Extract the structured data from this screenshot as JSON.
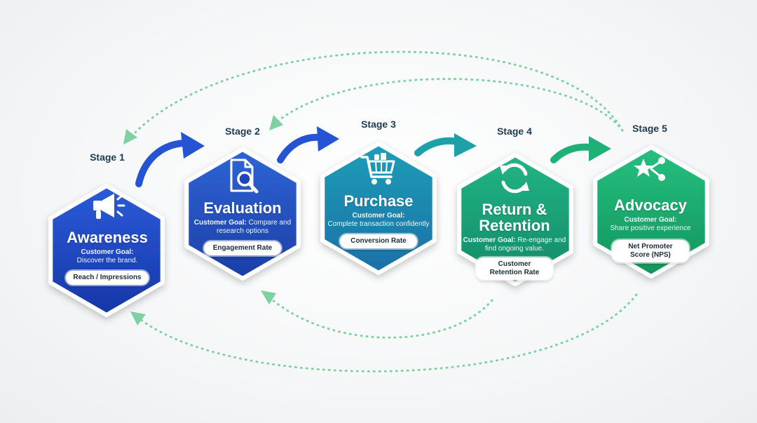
{
  "stages": [
    {
      "label": "Stage 1",
      "title": "Awareness",
      "goal_label": "Customer Goal:",
      "goal_text": "Discover the brand.",
      "metric": "Reach / Impressions",
      "icon": "megaphone-icon",
      "color_top": "#2b5bd9",
      "color_bottom": "#1636a8"
    },
    {
      "label": "Stage 2",
      "title": "Evaluation",
      "goal_label": "Customer Goal:",
      "goal_text": "Compare and research options",
      "metric": "Engagement Rate",
      "icon": "document-magnifier-icon",
      "color_top": "#2f64d6",
      "color_bottom": "#1c3fa6"
    },
    {
      "label": "Stage 3",
      "title": "Purchase",
      "goal_label": "Customer Goal:",
      "goal_text": "Complete transaction confidently",
      "metric": "Conversion Rate",
      "icon": "shopping-cart-icon",
      "color_top": "#1f9fb8",
      "color_bottom": "#1a6fa6"
    },
    {
      "label": "Stage 4",
      "title": "Return & Retention",
      "title_lines": [
        "Return &",
        "Retention"
      ],
      "goal_label": "Customer Goal:",
      "goal_text": "Re-engage and find ongoing value.",
      "metric": "Customer Retention Rate",
      "metric_lines": [
        "Customer",
        "Retention Rate"
      ],
      "icon": "refresh-cycle-icon",
      "color_top": "#22b486",
      "color_bottom": "#138a65"
    },
    {
      "label": "Stage 5",
      "title": "Advocacy",
      "goal_label": "Customer Goal:",
      "goal_text": "Share positive experience",
      "metric": "Net Promoter Score (NPS)",
      "metric_lines": [
        "Net Promoter",
        "Score (NPS)"
      ],
      "icon": "star-share-icon",
      "color_top": "#26c080",
      "color_bottom": "#12945c"
    }
  ],
  "colors": {
    "forward_arrow_blue": "#2453d4",
    "forward_arrow_teal": "#1ea0a8",
    "forward_arrow_green": "#1fb077",
    "feedback_loop": "#7fd1a4",
    "stage_label_text": "#1e3a55"
  }
}
